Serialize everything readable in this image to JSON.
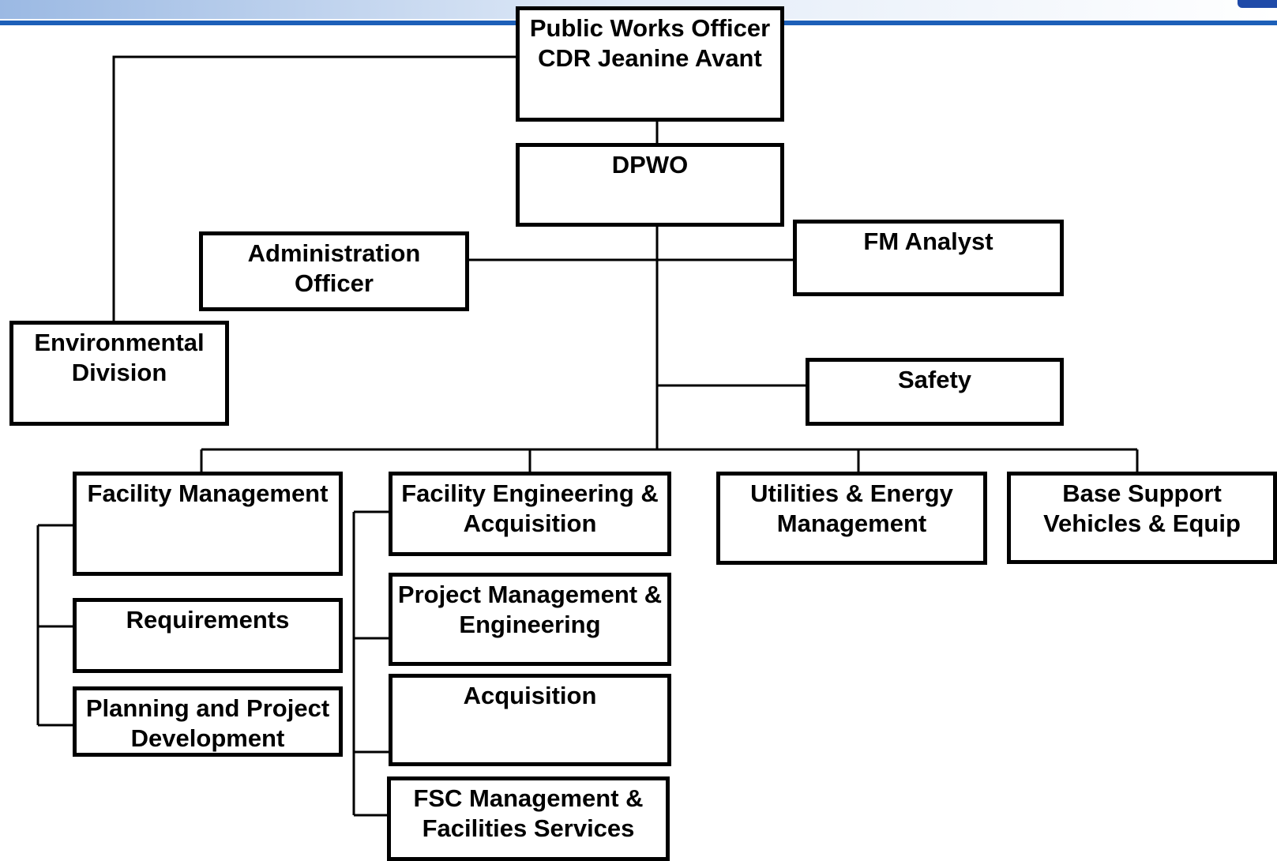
{
  "colors": {
    "band_light": "#d9e6f7",
    "band_dark": "#1d5fb8",
    "line": "#000000"
  },
  "org_chart": {
    "public_works_officer": "Public Works Officer\nCDR Jeanine Avant",
    "dpwo": "DPWO",
    "administration_officer": "Administration\nOfficer",
    "fm_analyst": "FM Analyst",
    "environmental_division": "Environmental\nDivision",
    "safety": "Safety",
    "facility_management": "Facility Management",
    "requirements": "Requirements",
    "planning_project_development": "Planning and Project\nDevelopment",
    "facility_engineering_acquisition": "Facility Engineering &\nAcquisition",
    "project_management_engineering": "Project Management &\nEngineering",
    "acquisition": "Acquisition",
    "fsc_management_facilities_services": "FSC Management &\nFacilities Services",
    "utilities_energy_management": "Utilities & Energy\nManagement",
    "base_support_vehicles_equip": "Base Support\nVehicles & Equip"
  }
}
